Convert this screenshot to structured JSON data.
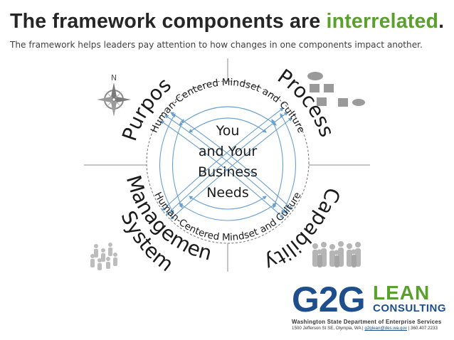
{
  "header": {
    "title_main": "The framework components are ",
    "title_accent": "interrelated",
    "title_end": ".",
    "subtitle": "The framework helps leaders pay attention to how changes in one components impact another."
  },
  "diagram": {
    "quadrants": {
      "top_left": "Purpose",
      "top_right": "Process",
      "bottom_right": "Capability",
      "bottom_left_1": "Management",
      "bottom_left_2": "System"
    },
    "ring_text": {
      "top": "Human-Centered Mindset and Culture",
      "bottom": "Human-Centered Mindset and Culture"
    },
    "center": [
      "You",
      "and Your",
      "Business",
      "Needs"
    ],
    "compass_letter": "N"
  },
  "logo": {
    "main": "G2G",
    "lean": "LEAN",
    "consulting": "CONSULTING",
    "department": "Washington State Department of Enterprise Services",
    "address": "1500 Jefferson St SE, Olympia, WA | ",
    "email": "g2glean@des.wa.gov",
    "phone": " | 360.407.2233"
  },
  "colors": {
    "accent_green": "#5aa02c",
    "brand_blue": "#1e4f8c",
    "arrow_blue": "#6aa0cf"
  }
}
